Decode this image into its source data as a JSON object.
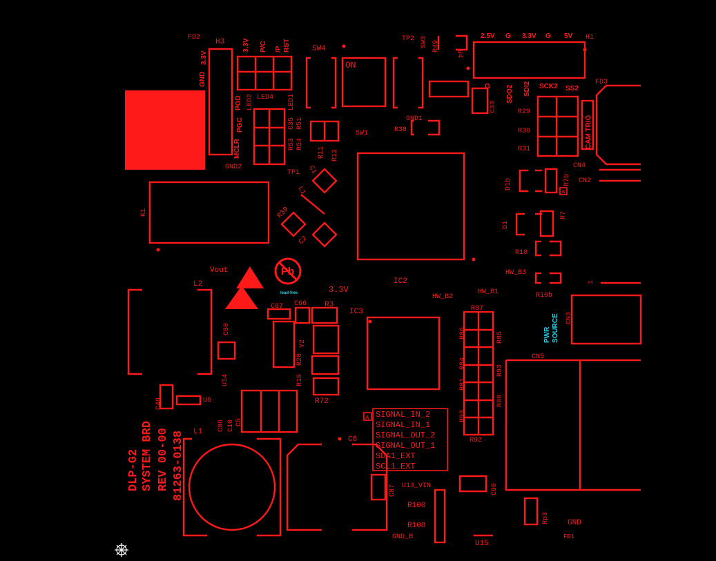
{
  "colors": {
    "silk": "#ff1a1a",
    "cyan": "#22d3e6",
    "background": "#000000"
  },
  "labels": {
    "FD2": "FD2",
    "H3": "H3",
    "GND": "GND",
    "3V3": "3.3V",
    "hdr_3v3": "3.3V",
    "hdr_pc": "P/C",
    "hdr_p": "/P",
    "hdr_rst": "RST",
    "SW4": "SW4",
    "TP2": "TP2",
    "SW3": "SW3",
    "R49": "R49",
    "U4": "U4",
    "pwr_25": "2.5V",
    "pwr_g1": "G",
    "pwr_33": "3.3V",
    "pwr_g2": "G",
    "pwr_5": "5V",
    "H1": "H1",
    "PGD": "PGD",
    "LED2": "LED2",
    "LED4": "LED4",
    "LED1": "LED1",
    "ON": "ON",
    "G_label": "G",
    "C33": "C33",
    "SDO2": "SDO2",
    "SDI2": "SDI2",
    "SCK2": "SCK2",
    "SS2": "SS2",
    "FD3": "FD3",
    "PGC": "PGC",
    "C35": "C35",
    "R51": "R51",
    "R53": "R53",
    "R54": "R54",
    "GND1": "GND1",
    "R38": "R38",
    "SW1": "SW1",
    "R29": "R29",
    "R30": "R30",
    "R31": "R31",
    "CAM_TRIG": "CAM TRIG",
    "CN4": "CN4",
    "MCLR": "MCLR",
    "GND2": "GND2",
    "R11": "R11",
    "R12": "R12",
    "TP1": "TP1",
    "C1": "C1",
    "L1b": "L1",
    "D1b": "D1b",
    "R7b": "R7b",
    "A1": "A",
    "CN2": "CN2",
    "K1": "K1",
    "R39": "R39",
    "C2": "C2",
    "D1": "D1",
    "R7": "R7",
    "R10": "R10",
    "Vout": "Vout",
    "lead_free": "lead-free",
    "HW_B3": "HW_B3",
    "R10b": "R10b",
    "one": "1",
    "L2": "L2",
    "IC2": "IC2",
    "V33": "3.3V",
    "HW_B2": "HW_B2",
    "HW_B1": "HW_B1",
    "C67": "C67",
    "C66": "C66",
    "R3": "R3",
    "IC3": "IC3",
    "R87": "R87",
    "CN3": "CN3",
    "pwr_src_1": "PWR",
    "pwr_src_2": "SOURCE",
    "C80": "C80",
    "Y2": "Y2",
    "R86": "R86",
    "R85": "R85",
    "R20": "R20",
    "R84": "R84",
    "R19": "R19",
    "R83": "R83",
    "CN5": "CN5",
    "U14": "U14",
    "R81": "R81",
    "R80": "R80",
    "C49": "C49",
    "U6": "U6",
    "R72": "R72",
    "R93": "R93",
    "R92": "R92",
    "C86": "C86",
    "C10": "C10",
    "C5": "C5",
    "A2": "A",
    "L1": "L1",
    "C8": "C8",
    "sig_in_2": "SIGNAL_IN_2",
    "sig_in_1": "SIGNAL_IN_1",
    "sig_out_2": "SIGNAL_OUT_2",
    "sig_out_1": "SIGNAL_OUT_1",
    "sda1": "SDA1_EXT",
    "scl1": "SCL1_EXT",
    "brd_1": "DLP-G2",
    "brd_2": "SYSTEM BRD",
    "brd_3": "REV 00-00",
    "brd_4": "81263-0138",
    "C87": "C87",
    "U14_VIN": "U14_VIN",
    "C90": "C90",
    "R100": "R100",
    "R108": "R108",
    "Rp3": "Rp3",
    "GND_B": "GND_B",
    "U15": "U15",
    "GND_r": "GND",
    "FD1": "FD1"
  }
}
